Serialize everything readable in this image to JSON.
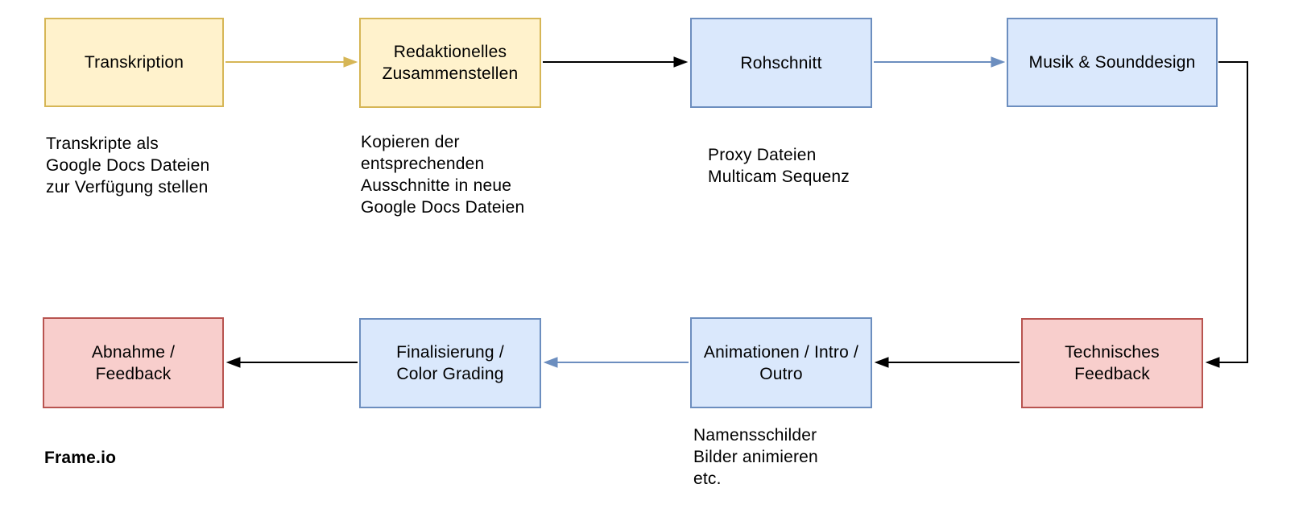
{
  "diagram": {
    "description": "Video production workflow flowchart",
    "nodes": [
      {
        "id": "transkription",
        "label": "Transkription",
        "kind": "process-yellow"
      },
      {
        "id": "redaktionelles-zusammenstellen",
        "label": "Redaktionelles\nZusammenstellen",
        "kind": "process-yellow"
      },
      {
        "id": "rohschnitt",
        "label": "Rohschnitt",
        "kind": "process-blue"
      },
      {
        "id": "musik-sounddesign",
        "label": "Musik & Sounddesign",
        "kind": "process-blue"
      },
      {
        "id": "abnahme-feedback",
        "label": "Abnahme /\nFeedback",
        "kind": "process-red"
      },
      {
        "id": "finalisierung-color-grading",
        "label": "Finalisierung /\nColor Grading",
        "kind": "process-blue"
      },
      {
        "id": "animationen-intro-outro",
        "label": "Animationen / Intro /\nOutro",
        "kind": "process-blue"
      },
      {
        "id": "technisches-feedback",
        "label": "Technisches\nFeedback",
        "kind": "process-red"
      }
    ],
    "annotations": [
      {
        "for": "transkription",
        "text": "Transkripte als\nGoogle Docs Dateien\nzur Verfügung stellen"
      },
      {
        "for": "redaktionelles-zusammenstellen",
        "text": "Kopieren der\nentsprechenden\nAusschnitte in neue\nGoogle Docs Dateien"
      },
      {
        "for": "rohschnitt",
        "text": "Proxy Dateien\nMulticam Sequenz"
      },
      {
        "for": "animationen-intro-outro",
        "text": "Namensschilder\nBilder animieren\netc."
      }
    ],
    "footer_label": "Frame.io",
    "connectors": [
      {
        "from": "transkription",
        "to": "redaktionelles-zusammenstellen",
        "color": "yellow"
      },
      {
        "from": "redaktionelles-zusammenstellen",
        "to": "rohschnitt",
        "color": "black"
      },
      {
        "from": "rohschnitt",
        "to": "musik-sounddesign",
        "color": "blue"
      },
      {
        "from": "musik-sounddesign",
        "to": "technisches-feedback",
        "color": "black",
        "shape": "right-down-left"
      },
      {
        "from": "technisches-feedback",
        "to": "animationen-intro-outro",
        "color": "black"
      },
      {
        "from": "animationen-intro-outro",
        "to": "finalisierung-color-grading",
        "color": "blue"
      },
      {
        "from": "finalisierung-color-grading",
        "to": "abnahme-feedback",
        "color": "black"
      }
    ]
  },
  "colors": {
    "background": "#FFFFFF",
    "yellow_fill": "#FFF2CC",
    "yellow_border": "#D6B656",
    "blue_fill": "#DAE8FC",
    "blue_border": "#6C8EBF",
    "red_fill": "#F8CECC",
    "red_border": "#B85450",
    "connector_black": "#000000",
    "connector_yellow": "#D6B656",
    "connector_blue": "#6C8EBF",
    "text": "#000000"
  }
}
